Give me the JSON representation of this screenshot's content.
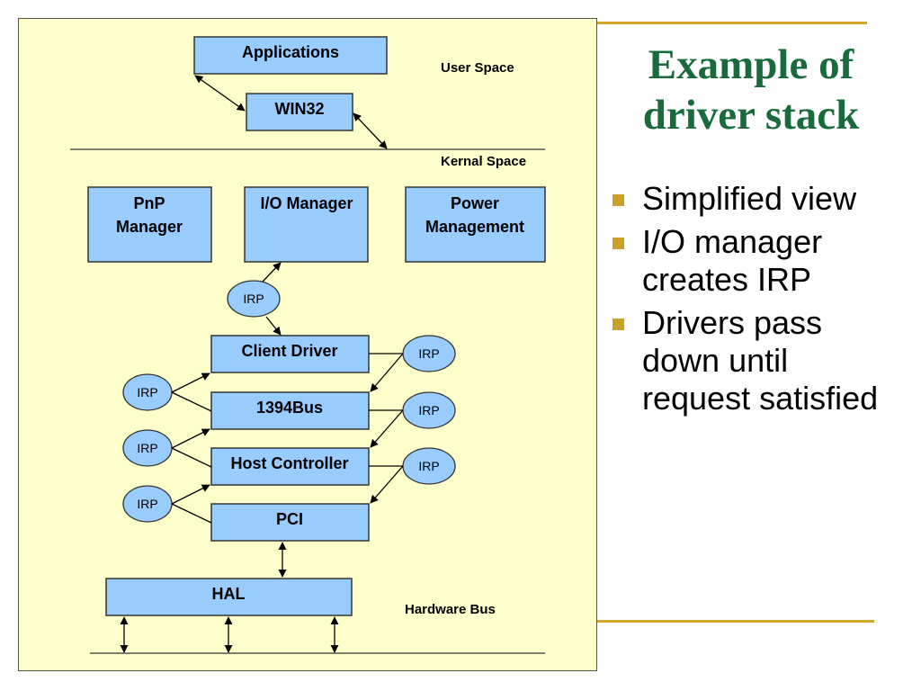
{
  "slide": {
    "title_line1": "Example of",
    "title_line2": "driver stack",
    "bullets": [
      "Simplified view",
      "I/O manager creates IRP",
      "Drivers pass down until request satisfied"
    ],
    "colors": {
      "title": "#1a6b3c",
      "accent": "#d4a32a",
      "panel_bg": "#ffffcc",
      "box_fill": "#99ccff"
    }
  },
  "diagram": {
    "regions": {
      "user_space": "User Space",
      "kernel_space": "Kernal Space",
      "hardware_bus": "Hardware Bus"
    },
    "boxes": {
      "applications": "Applications",
      "win32": "WIN32",
      "pnp_manager_1": "PnP",
      "pnp_manager_2": "Manager",
      "io_manager": "I/O Manager",
      "power_management_1": "Power",
      "power_management_2": "Management",
      "client_driver": "Client Driver",
      "bus_1394": "1394Bus",
      "host_controller": "Host Controller",
      "pci": "PCI",
      "hal": "HAL"
    },
    "irp_label": "IRP"
  }
}
